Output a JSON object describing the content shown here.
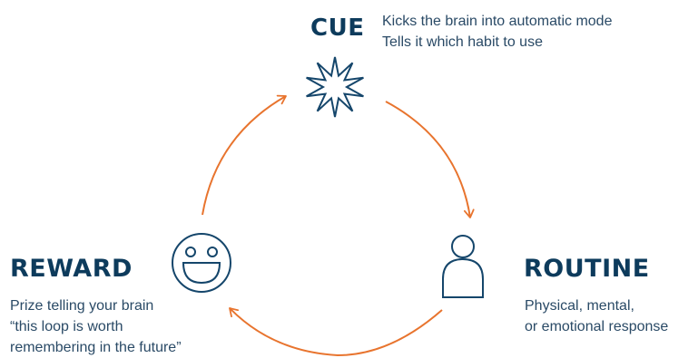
{
  "colors": {
    "title": "#0d3b5c",
    "text": "#2a4a66",
    "icon": "#15466b",
    "arrow": "#e8742e"
  },
  "icons": {
    "cue": "starburst-icon",
    "routine": "person-icon",
    "reward": "smiley-face-icon"
  },
  "cue": {
    "title": "CUE",
    "lines": [
      "Kicks the brain into automatic mode",
      "Tells it which habit to use"
    ]
  },
  "routine": {
    "title": "ROUTINE",
    "lines": [
      "Physical, mental,",
      "or emotional response"
    ]
  },
  "reward": {
    "title": "REWARD",
    "lines": [
      "Prize telling your brain",
      "“this loop is worth",
      "remembering in the future”"
    ]
  }
}
